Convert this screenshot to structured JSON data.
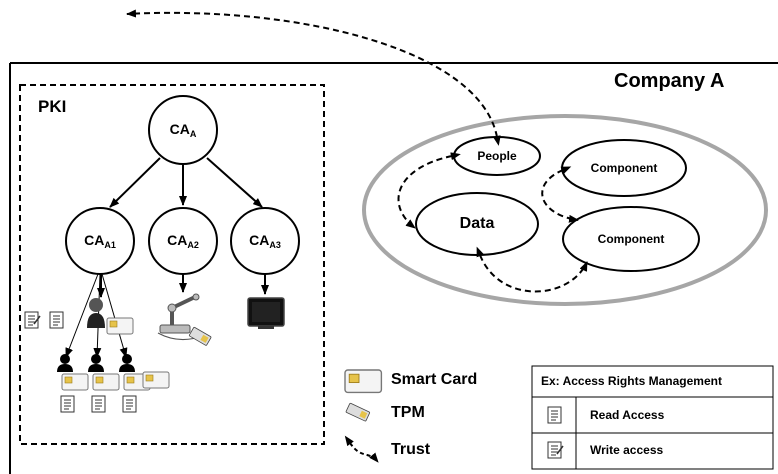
{
  "company": {
    "title": "Company A"
  },
  "pki": {
    "title": "PKI",
    "root_ca": {
      "base": "CA",
      "sub": "A"
    },
    "sub_cas": [
      {
        "base": "CA",
        "sub": "A1"
      },
      {
        "base": "CA",
        "sub": "A2"
      },
      {
        "base": "CA",
        "sub": "A3"
      }
    ],
    "device_icons": [
      "user-with-smart-card-icon",
      "robot-arm-with-tpm-icon",
      "monitor-icon"
    ],
    "doc_icons": [
      "write-document-icon",
      "read-document-icon"
    ],
    "users_icon": "user-group-with-smart-cards-icon"
  },
  "ecosystem": {
    "nodes": {
      "people": "People",
      "data": "Data",
      "component_top": "Component",
      "component_bottom": "Component"
    }
  },
  "legend": {
    "smart_card": "Smart Card",
    "tpm": "TPM",
    "trust": "Trust"
  },
  "access_table": {
    "title": "Ex: Access Rights Management",
    "rows": [
      {
        "icon": "read-document-icon",
        "label": "Read Access"
      },
      {
        "icon": "write-document-icon",
        "label": "Write access"
      }
    ]
  },
  "colors": {
    "line": "#000000",
    "ring": "#a6a6a6",
    "card": "#f2f2f2",
    "chip": "#e6c34a"
  }
}
